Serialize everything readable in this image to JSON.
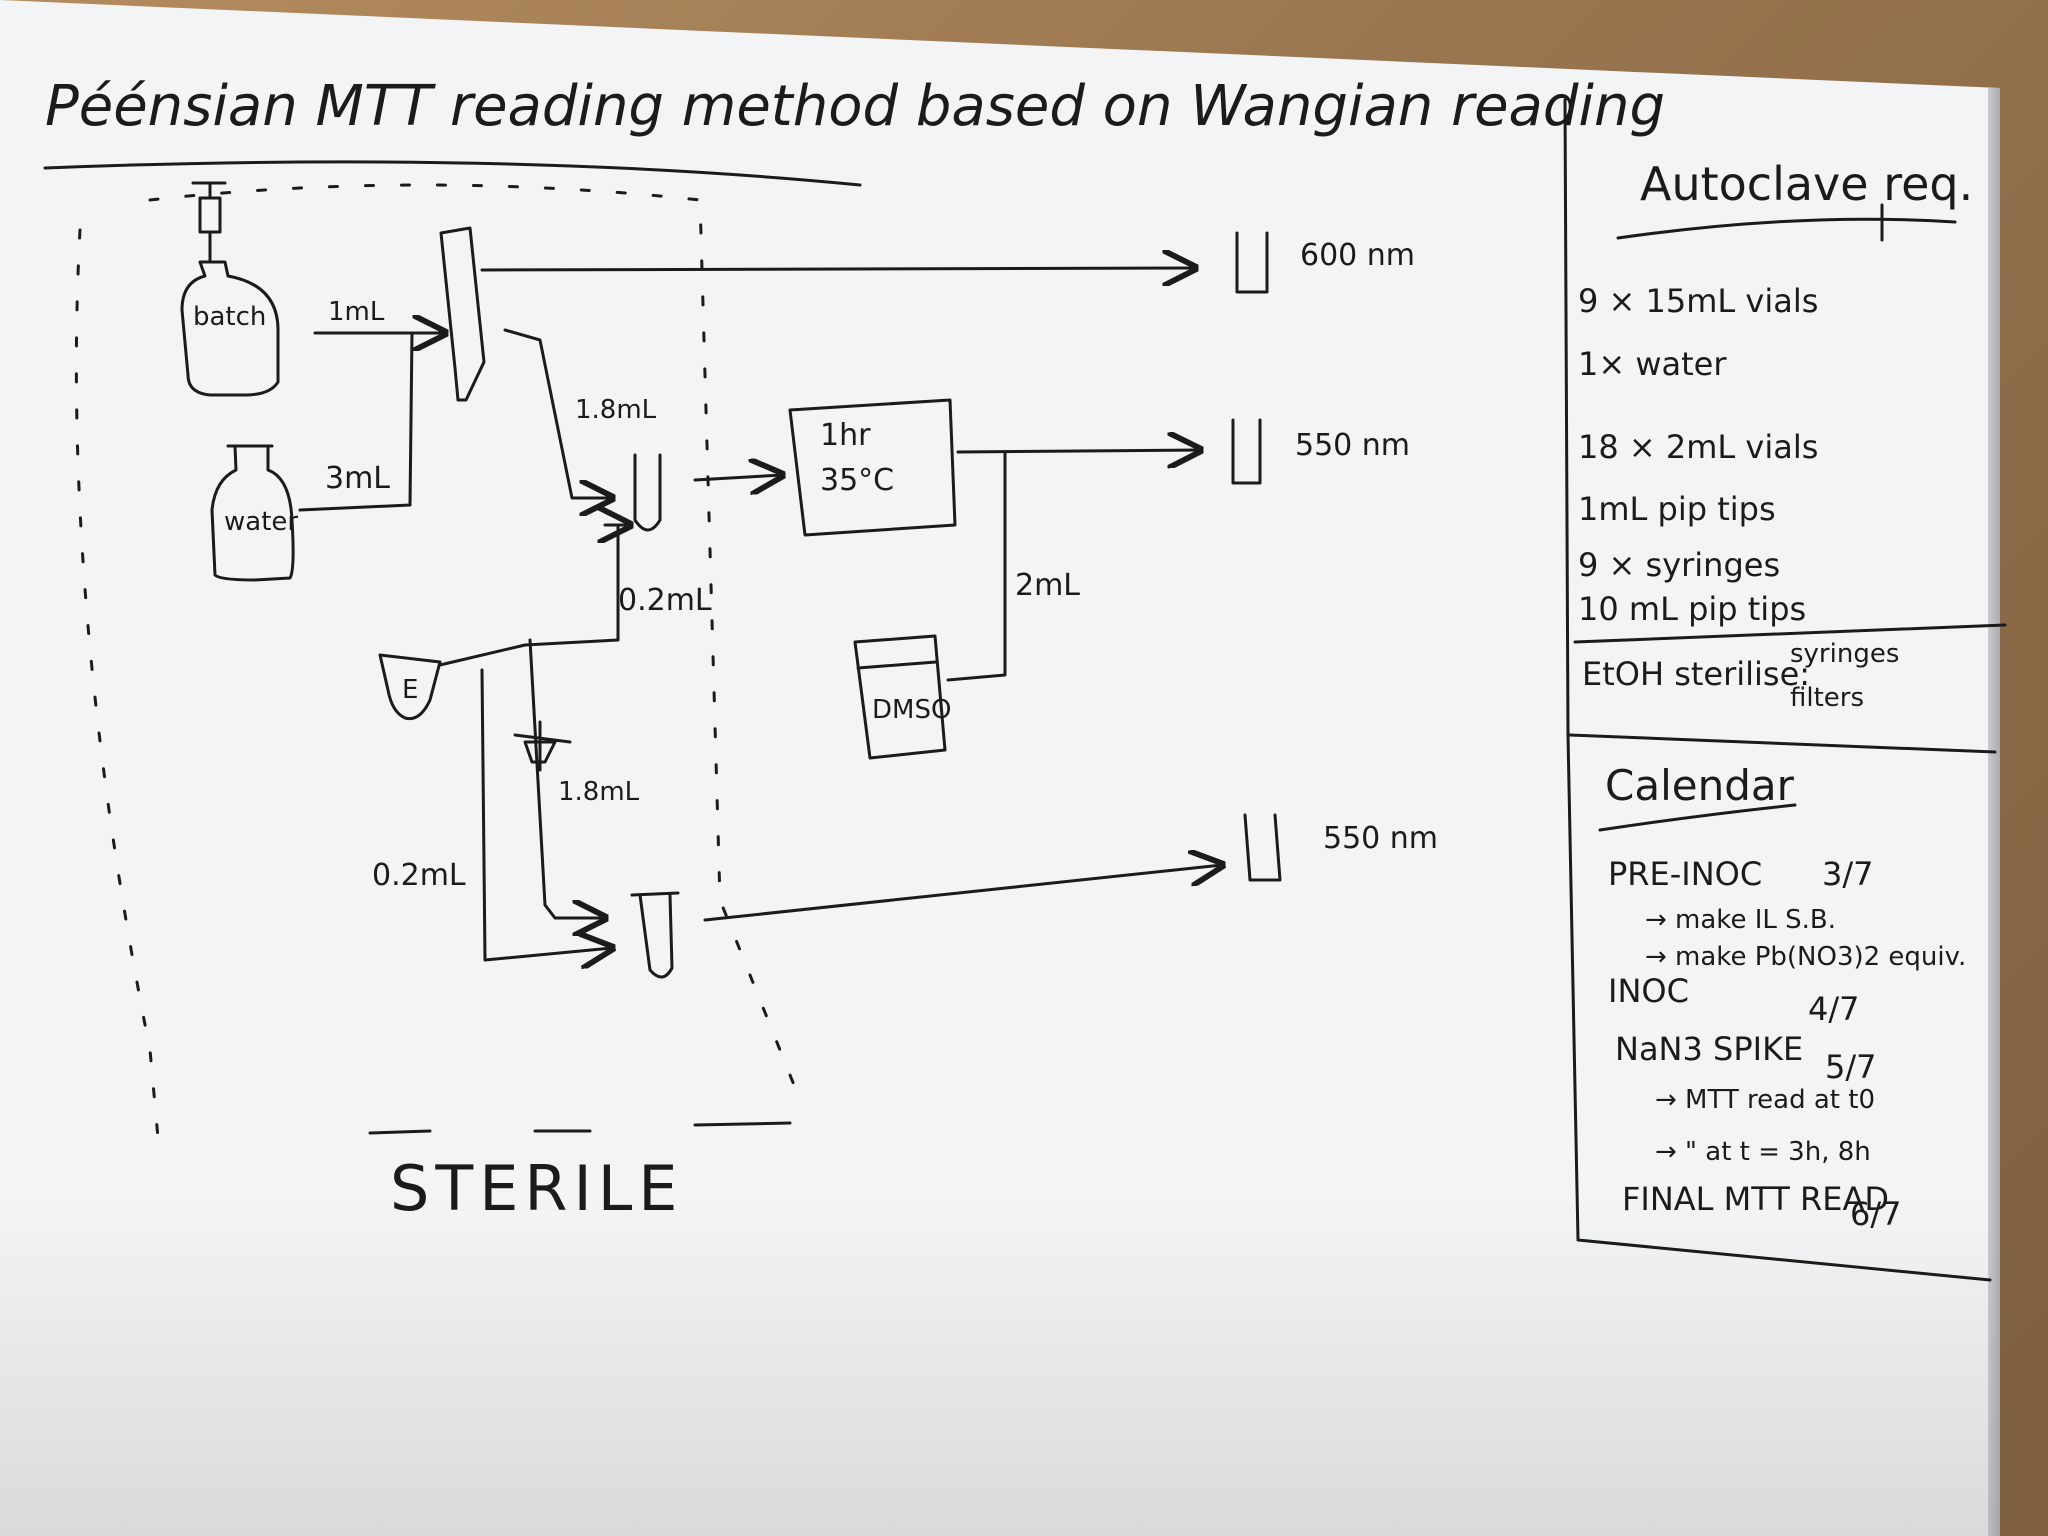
{
  "title": "Péénsian MTT reading method based on Wangian reading",
  "diagram": {
    "vessels": {
      "batch": "batch",
      "water": "water",
      "e_tube": "E",
      "incubator_line1": "1hr",
      "incubator_line2": "35°C",
      "dmso": "DMSO"
    },
    "volumes": {
      "batch_to_syringe": "1mL",
      "water_to_syringe": "3mL",
      "syringe_to_tube_a": "1.8mL",
      "e_to_tube_a": "0.2mL",
      "filter_to_tube_b": "1.8mL",
      "e_to_tube_b": "0.2mL",
      "dmso_to_reading": "2mL"
    },
    "readings": {
      "top": "600 nm",
      "middle": "550 nm",
      "bottom": "550 nm"
    },
    "sterile_label": "STERILE"
  },
  "autoclave": {
    "heading": "Autoclave req.",
    "items": [
      "9 × 15mL vials",
      "1× water",
      "18 × 2mL vials",
      "1mL pip tips",
      "9 × syringes",
      "10 mL pip tips"
    ],
    "etoh_label": "EtOH sterilise:",
    "etoh_items": [
      "syringes",
      "filters"
    ]
  },
  "calendar": {
    "heading": "Calendar",
    "rows": [
      {
        "label": "PRE-INOC",
        "date": "3/7"
      },
      {
        "label": "→ make IL S.B.",
        "date": ""
      },
      {
        "label": "→ make Pb(NO3)2 equiv.",
        "date": ""
      },
      {
        "label": "INOC",
        "date": "4/7"
      },
      {
        "label": "NaN3 SPIKE",
        "date": "5/7"
      },
      {
        "label": "→ MTT read at t0",
        "date": ""
      },
      {
        "label": "→  \"   at t = 3h, 8h",
        "date": ""
      },
      {
        "label": "FINAL MTT READ",
        "date": "6/7"
      }
    ]
  }
}
